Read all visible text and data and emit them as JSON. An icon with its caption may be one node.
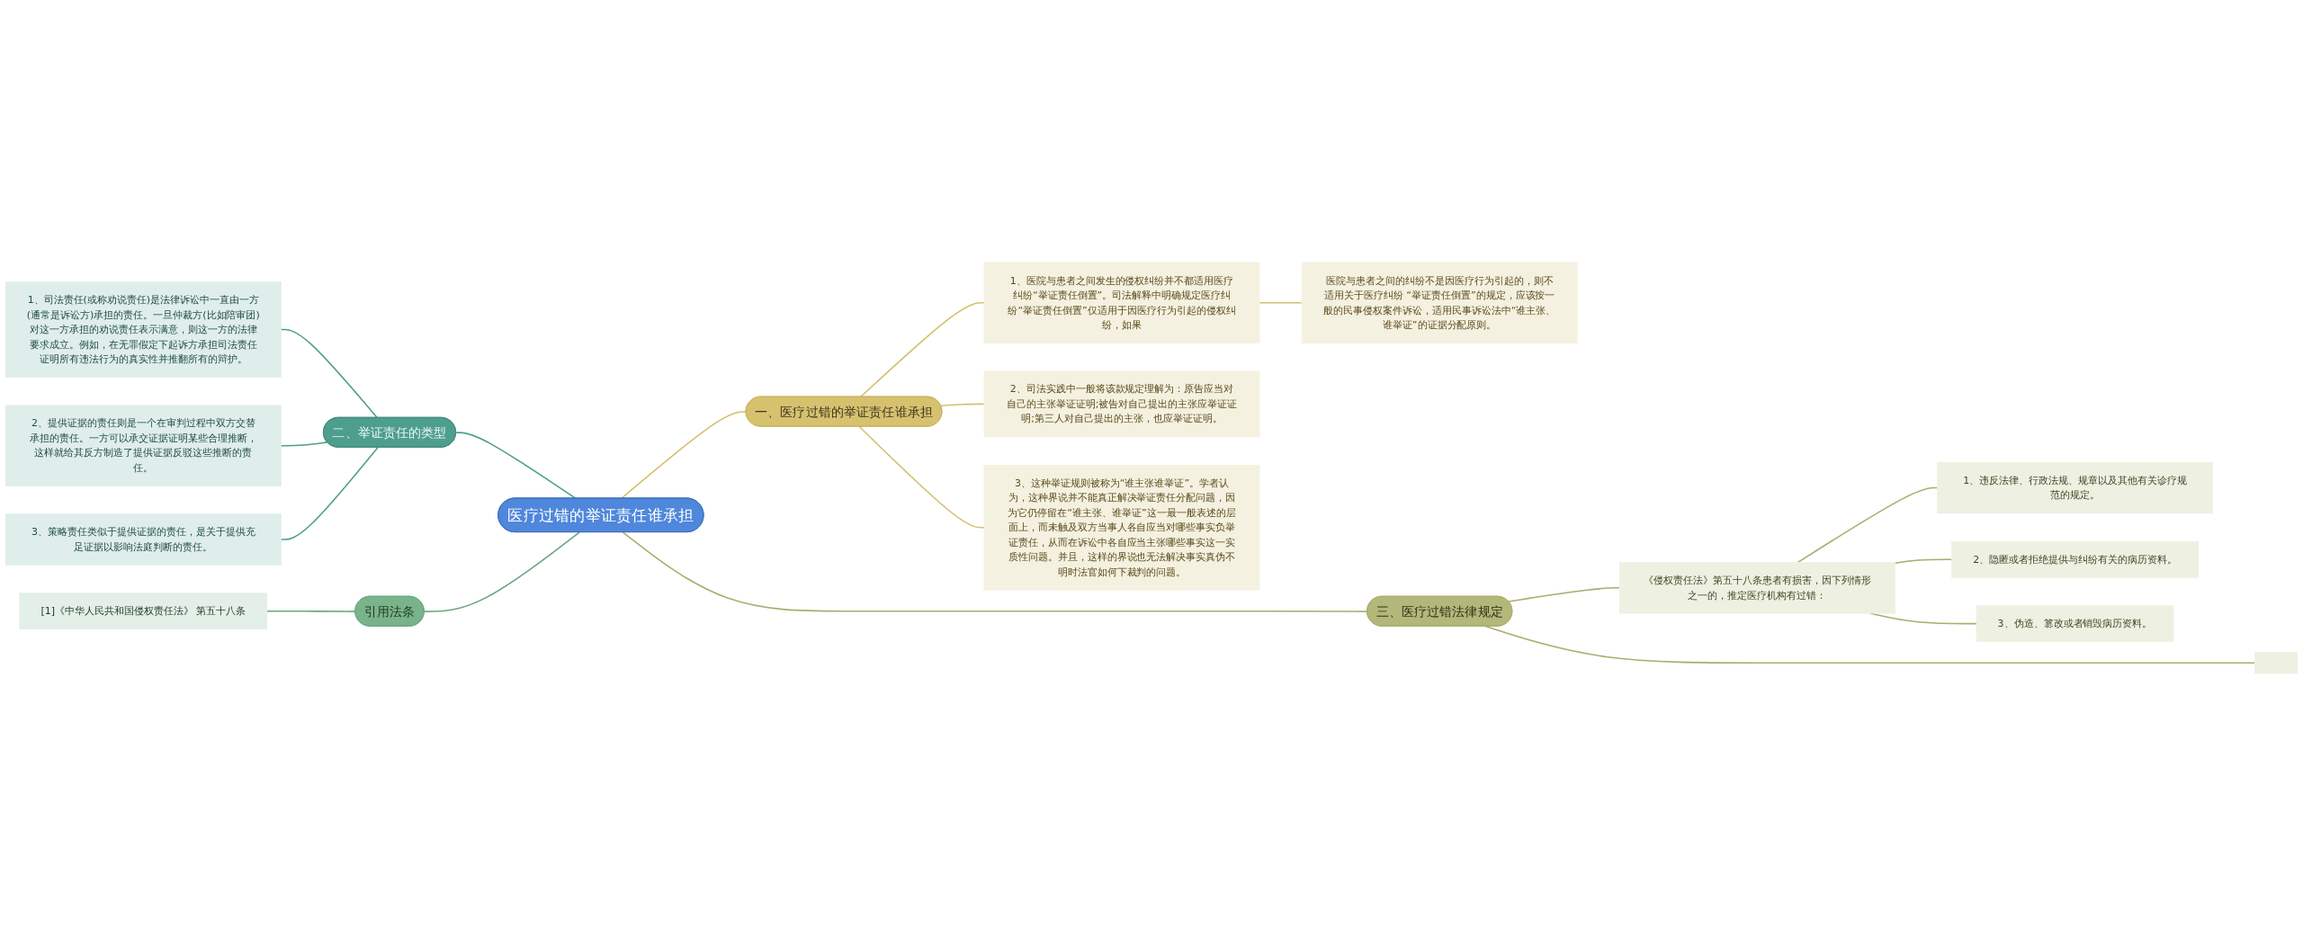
{
  "diagram": {
    "nodes": [
      {
        "text": [
          "医疗过错的举证责任谁承担"
        ]
      },
      {
        "text": [
          "一、医疗过错的举证责任谁承担"
        ]
      },
      {
        "text": [
          "1、医院与患者之间发生的侵权纠纷并不都适用医疗纠纷“举证责任倒置”。司法解释中明确规定医疗纠纷“举证责任倒置”仅适用于因医疗行为引起的侵权纠纷，如果"
        ]
      },
      {
        "text": [
          "医院与患者之间的纠纷不是因医疗行为引起的，则不适用关于医疗纠纷 “举证责任倒置”的规定，应该按一般的民事侵权案件诉讼，适用民事诉讼法中“谁主张、谁举证”的证据分配原则。"
        ]
      },
      {
        "text": [
          "2、司法实践中一般将该款规定理解为：原告应当对自己的主张举证证明;被告对自己提出的主张应举证证明;第三人对自己提出的主张，也应举证证明。"
        ]
      },
      {
        "text": [
          "3、这种举证规则被称为“谁主张谁举证”。学者认为，这种界说并不能真正解决举证责任分配问题，因为它仍停留在“谁主张、谁举证”这一最一般表述的层面上，而未触及双方当事人各自应当对哪些事实负举证责任，从而在诉讼中各自应当主张哪些事实这一实质性问题。并且，这样的界说也无法解决事实真伪不明时法官如何下裁判的问题。"
        ]
      },
      {
        "text": [
          "三、医疗过错法律规定"
        ]
      },
      {
        "text": [
          "《侵权责任法》第五十八条患者有损害，因下列情形之一的，推定医疗机构有过错："
        ]
      },
      {
        "text": [
          "1、违反法律、行政法规、规章以及其他有关诊疗规范的规定。"
        ]
      },
      {
        "text": [
          "2、隐匿或者拒绝提供与纠纷有关的病历资料。"
        ]
      },
      {
        "text": [
          "3、伪造、篡改或者销毁病历资料。"
        ]
      },
      {
        "text": [],
        "shape": "box"
      },
      {
        "text": [
          "二、举证责任的类型"
        ]
      },
      {
        "text": [
          "1、司法责任(或称劝说责任)是法律诉讼中一直由一方(通常是诉讼方)承担的责任。一旦仲裁方(比如陪审团)对这一方承担的劝说责任表示满意，则这一方的法律要求成立。例如，在无罪假定下起诉方承担司法责任证明所有违法行为的真实性并推翻所有的辩护。"
        ]
      },
      {
        "text": [
          "2、提供证据的责任则是一个在审判过程中双方交替承担的责任。一方可以承交证据证明某些合理推断，这样就给其反方制造了提供证据反驳这些推断的责任。"
        ]
      },
      {
        "text": [
          "3、策略责任类似于提供证据的责任，是关于提供充足证据以影响法庭判断的责任。"
        ]
      },
      {
        "text": [
          "引用法条"
        ]
      },
      {
        "text": [
          "[1]《中华人民共和国侵权责任法》 第五十八条"
        ]
      }
    ],
    "edges": [
      {
        "from": 0,
        "to": 1,
        "arrow": "none",
        "color": "#d4bf6c"
      },
      {
        "from": 1,
        "to": 2,
        "arrow": "none",
        "color": "#d4bf6c"
      },
      {
        "from": 2,
        "to": 3,
        "arrow": "none",
        "color": "#d4bf6c"
      },
      {
        "from": 1,
        "to": 4,
        "arrow": "none",
        "color": "#d4bf6c"
      },
      {
        "from": 1,
        "to": 5,
        "arrow": "none",
        "color": "#d4bf6c"
      },
      {
        "from": 0,
        "to": 6,
        "arrow": "none",
        "color": "#a9ad6c"
      },
      {
        "from": 6,
        "to": 7,
        "arrow": "none",
        "color": "#a9ad6c"
      },
      {
        "from": 7,
        "to": 8,
        "arrow": "none",
        "color": "#a9ad6c"
      },
      {
        "from": 7,
        "to": 9,
        "arrow": "none",
        "color": "#a9ad6c"
      },
      {
        "from": 7,
        "to": 10,
        "arrow": "none",
        "color": "#a9ad6c"
      },
      {
        "from": 6,
        "to": 11,
        "arrow": "none",
        "color": "#a9ad6c"
      },
      {
        "from": 13,
        "to": 12,
        "arrow": "none",
        "color": "#4e9e8e"
      },
      {
        "from": 14,
        "to": 12,
        "arrow": "none",
        "color": "#4e9e8e"
      },
      {
        "from": 15,
        "to": 12,
        "arrow": "none",
        "color": "#4e9e8e"
      },
      {
        "from": 12,
        "to": 0,
        "arrow": "none",
        "color": "#4e9e8e"
      },
      {
        "from": 17,
        "to": 16,
        "arrow": "none",
        "color": "#6aa57e"
      },
      {
        "from": 16,
        "to": 0,
        "arrow": "none",
        "color": "#6aa57e"
      }
    ]
  }
}
